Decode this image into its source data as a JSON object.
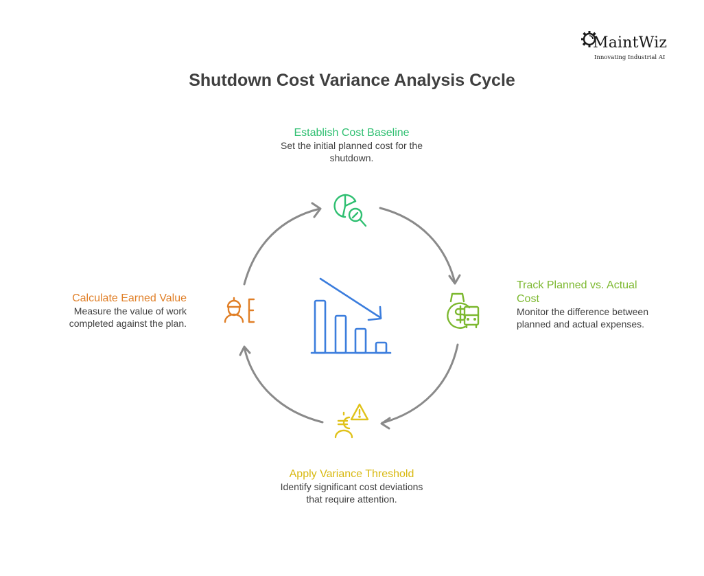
{
  "brand": {
    "name": "MaintWiz",
    "tagline": "Innovating Industrial AI",
    "icon": "gear-icon"
  },
  "title": "Shutdown Cost Variance Analysis Cycle",
  "center": {
    "icon": "declining-bar-chart-icon",
    "color": "#3b7ddd"
  },
  "arrow_color": "#8a8a8a",
  "steps": [
    {
      "position": "top",
      "title": "Establish Cost Baseline",
      "description": "Set the initial planned cost for the shutdown.",
      "color": "#2fbf71",
      "icon": "pie-chart-search-icon"
    },
    {
      "position": "right",
      "title": "Track Planned vs. Actual Cost",
      "description": "Monitor the difference between planned and actual expenses.",
      "color": "#7cb82f",
      "icon": "dollar-watch-bus-icon"
    },
    {
      "position": "bottom",
      "title": "Apply Variance Threshold",
      "description": "Identify significant cost deviations that require attention.",
      "color": "#e0c21a",
      "icon": "euro-person-warning-icon"
    },
    {
      "position": "left",
      "title": "Calculate Earned Value",
      "description": "Measure the value of work completed against the plan.",
      "color": "#e07f27",
      "icon": "worker-euro-icon"
    }
  ]
}
